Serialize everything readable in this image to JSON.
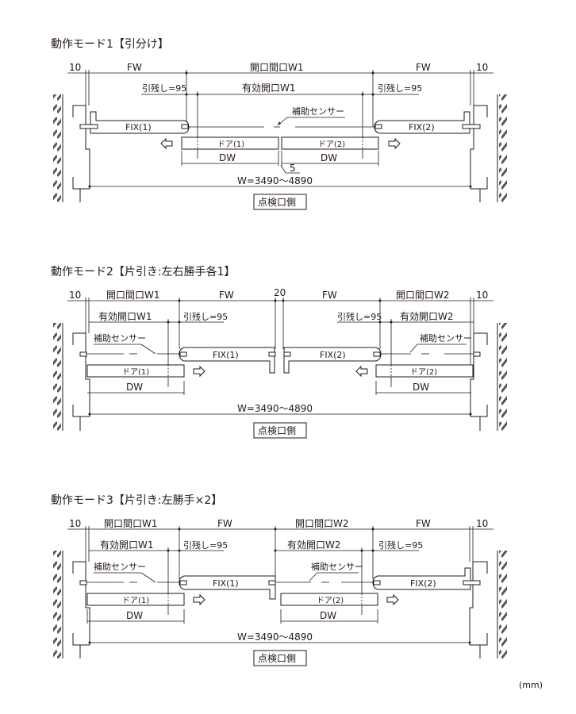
{
  "unit_label": "(mm)",
  "colors": {
    "line": "#231815",
    "hatch": "#555555",
    "background": "#ffffff"
  },
  "modes": [
    {
      "title": "動作モード1【引分け】",
      "dims_top": {
        "left_margin": "10",
        "left": "FW",
        "center": "開口間口W1",
        "right": "FW",
        "right_margin": "10"
      },
      "dims_second": {
        "left_pull": "引残し=95",
        "center": "有効開口W1",
        "right_pull": "引残し=95"
      },
      "sensor": "補助センサー",
      "fix_left": "FIX(1)",
      "fix_right": "FIX(2)",
      "door_left": "ドア(1)",
      "door_right": "ドア(2)",
      "dw_left": "DW",
      "dw_right": "DW",
      "gap": "5",
      "total_width": "W=3490～4890",
      "inspection_side": "点検口側"
    },
    {
      "title": "動作モード2【片引き:左右勝手各1】",
      "dims_top": {
        "left_margin": "10",
        "left": "開口間口W1",
        "center_left": "FW",
        "center_gap": "20",
        "center_right": "FW",
        "right": "開口間口W2",
        "right_margin": "10"
      },
      "dims_second": {
        "left": "有効開口W1",
        "left_pull": "引残し=95",
        "right_pull": "引残し=95",
        "right": "有効開口W2"
      },
      "sensor_left": "補助センサー",
      "sensor_right": "補助センサー",
      "fix_left": "FIX(1)",
      "fix_right": "FIX(2)",
      "door_left": "ドア(1)",
      "door_right": "ドア(2)",
      "dw_left": "DW",
      "dw_right": "DW",
      "total_width": "W=3490～4890",
      "inspection_side": "点検口側"
    },
    {
      "title": "動作モード3【片引き:左勝手×2】",
      "dims_top": {
        "left_margin": "10",
        "w1": "開口間口W1",
        "fw1": "FW",
        "w2": "開口間口W2",
        "fw2": "FW",
        "right_margin": "10"
      },
      "dims_second": {
        "eff1": "有効開口W1",
        "pull1": "引残し=95",
        "eff2": "有効開口W2",
        "pull2": "引残し=95"
      },
      "sensor_left": "補助センサー",
      "sensor_right": "補助センサー",
      "fix_left": "FIX(1)",
      "fix_right": "FIX(2)",
      "door_left": "ドア(1)",
      "door_right": "ドア(2)",
      "dw_left": "DW",
      "dw_right": "DW",
      "total_width": "W=3490～4890",
      "inspection_side": "点検口側"
    }
  ]
}
